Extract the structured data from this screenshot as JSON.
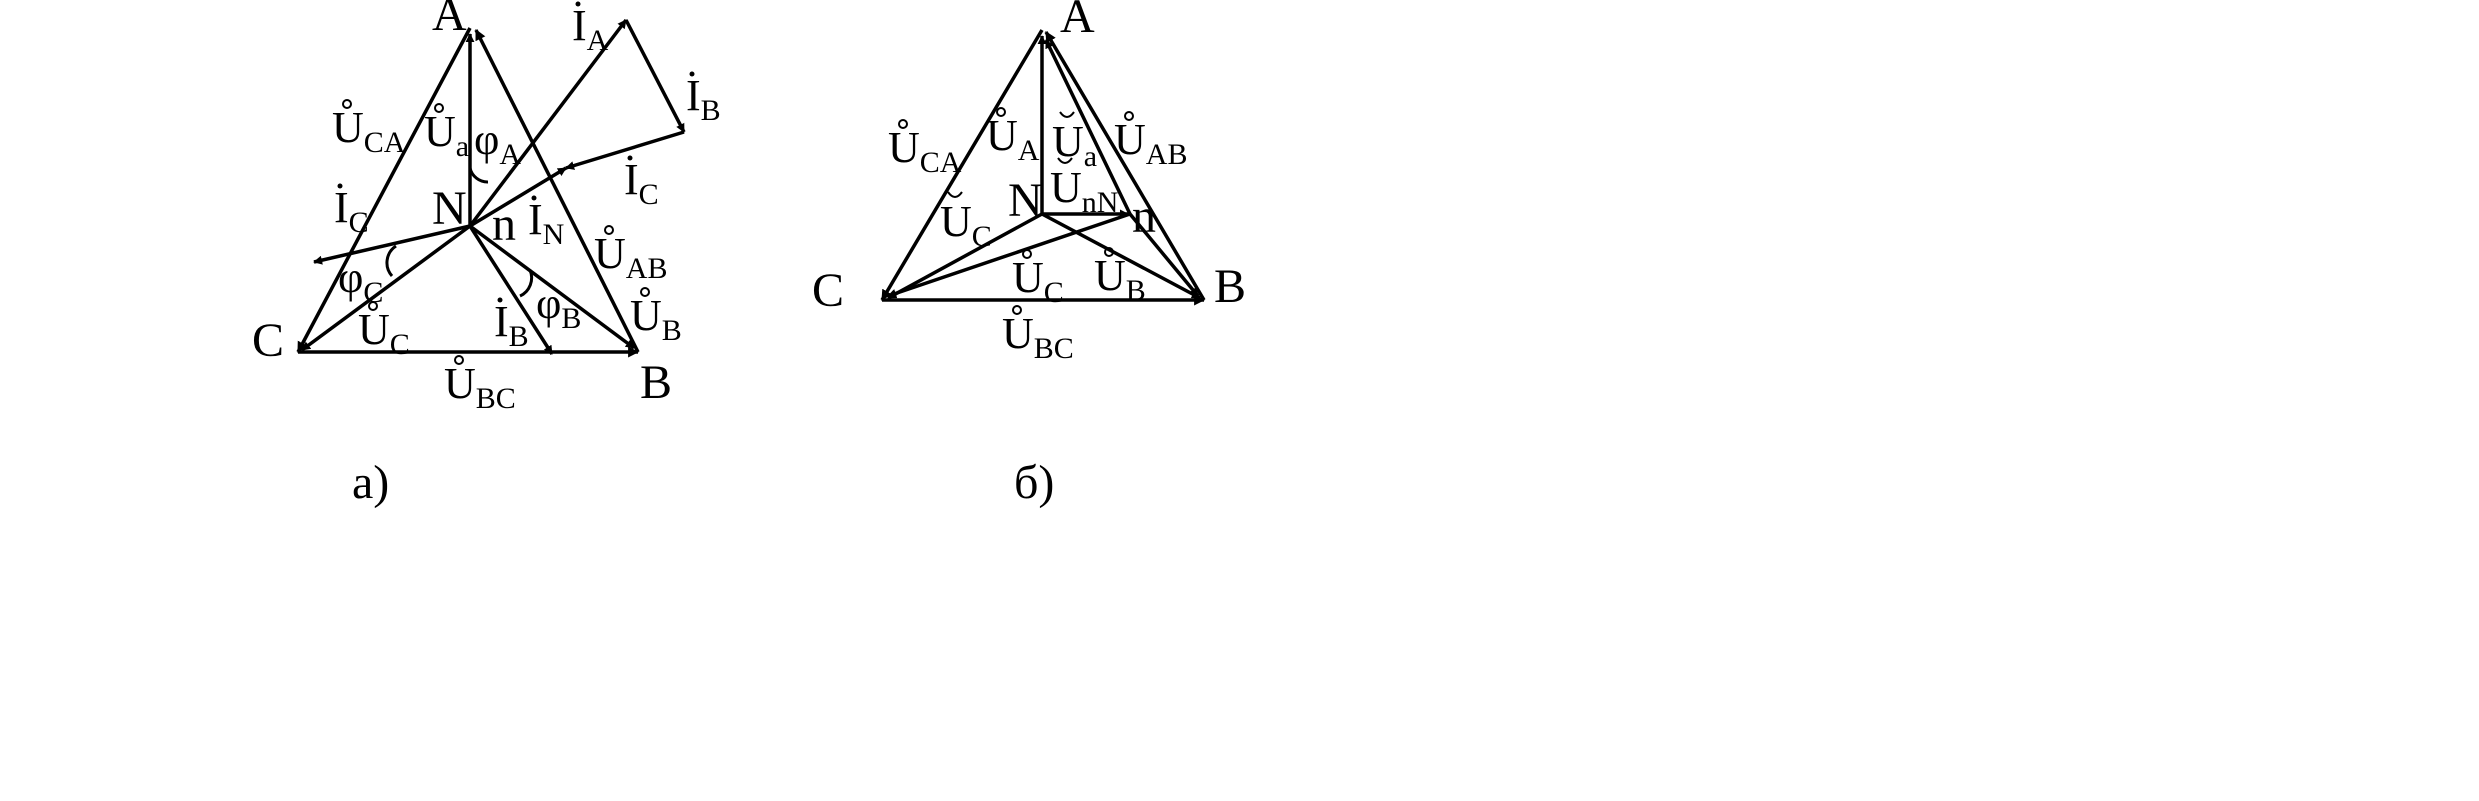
{
  "diagram_a": {
    "caption": "а)",
    "points": {
      "A": "A",
      "B": "B",
      "C": "C",
      "N": "N",
      "n": "n"
    },
    "voltages": {
      "U_CA": {
        "main": "U",
        "sub": "CA"
      },
      "U_a": {
        "main": "U",
        "sub": "a"
      },
      "U_AB": {
        "main": "U",
        "sub": "AB"
      },
      "U_B": {
        "main": "U",
        "sub": "B"
      },
      "U_C": {
        "main": "U",
        "sub": "C"
      },
      "U_BC": {
        "main": "U",
        "sub": "BC"
      }
    },
    "currents": {
      "I_A": {
        "main": "I",
        "sub": "A"
      },
      "I_B_top": {
        "main": "I",
        "sub": "B"
      },
      "I_C_right": {
        "main": "I",
        "sub": "C"
      },
      "I_N": {
        "main": "I",
        "sub": "N"
      },
      "I_C_left": {
        "main": "I",
        "sub": "C"
      },
      "I_B_bottom": {
        "main": "I",
        "sub": "B"
      }
    },
    "angles": {
      "phi_A": {
        "main": "φ",
        "sub": "A"
      },
      "phi_B": {
        "main": "φ",
        "sub": "B"
      },
      "phi_C": {
        "main": "φ",
        "sub": "C"
      }
    }
  },
  "diagram_b": {
    "caption": "б)",
    "points": {
      "A": "A",
      "B": "B",
      "C": "C",
      "N": "N",
      "n": "n"
    },
    "voltages": {
      "U_CA": {
        "main": "U",
        "sub": "CA"
      },
      "U_A": {
        "main": "U",
        "sub": "A"
      },
      "U_a": {
        "main": "U",
        "sub": "a"
      },
      "U_AB": {
        "main": "U",
        "sub": "AB"
      },
      "U_nN": {
        "main": "U",
        "sub": "nN"
      },
      "U_c": {
        "main": "U",
        "sub": "C"
      },
      "U_C": {
        "main": "U",
        "sub": "C"
      },
      "U_B": {
        "main": "U",
        "sub": "B"
      },
      "U_BC": {
        "main": "U",
        "sub": "BC"
      }
    }
  }
}
